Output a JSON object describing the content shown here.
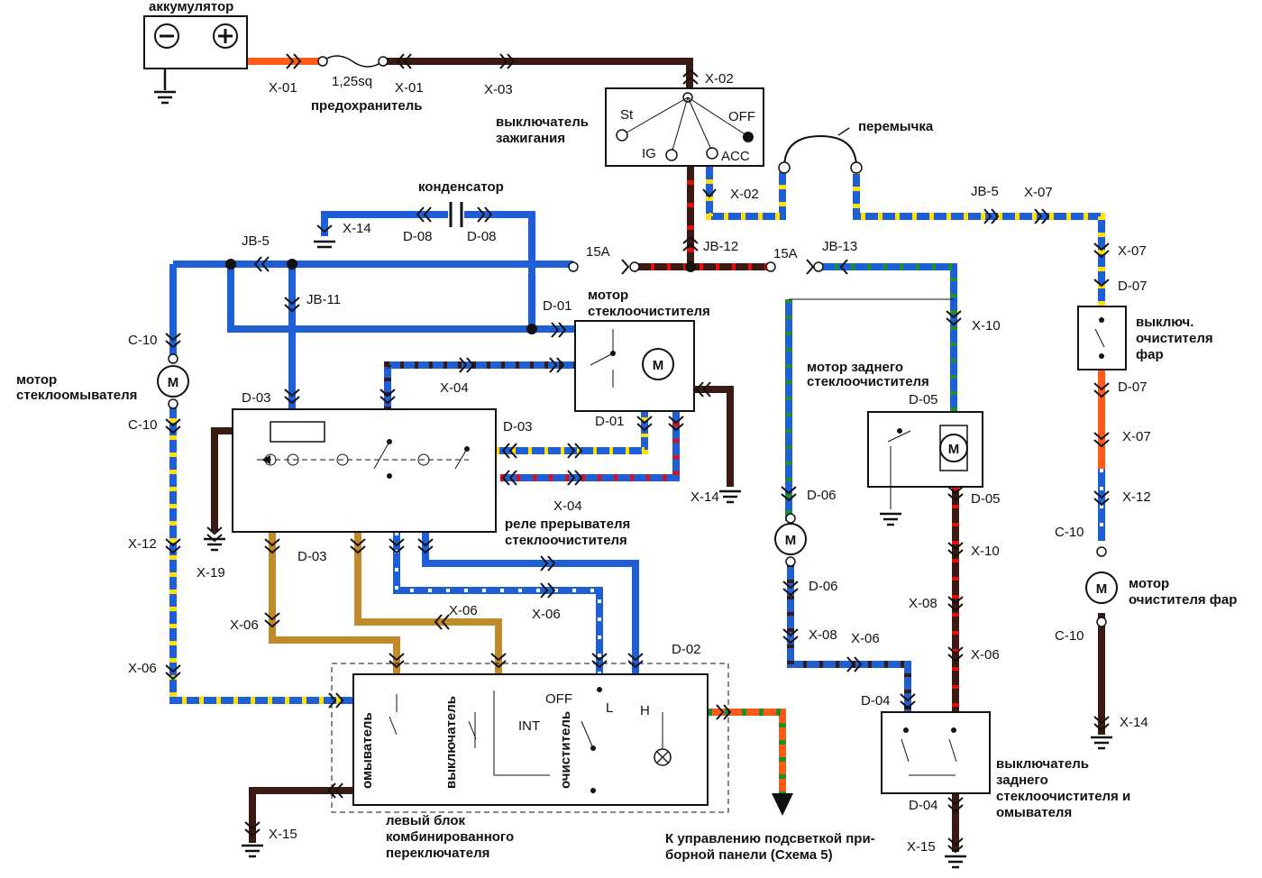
{
  "components": {
    "battery": "аккумулятор",
    "fuse_rating": "1,25sq",
    "fuse": "предохранитель",
    "ignition_switch": [
      "выключатель",
      "зажигания"
    ],
    "ign_pos_st": "St",
    "ign_pos_off": "OFF",
    "ign_pos_ig": "IG",
    "ign_pos_acc": "ACC",
    "jumper": "перемычка",
    "capacitor": "конденсатор",
    "wiper_motor": [
      "мотор",
      "стеклоочистителя"
    ],
    "washer_motor": [
      "мотор",
      "стеклоомывателя"
    ],
    "relay": [
      "реле прерывателя",
      "стеклоочистителя"
    ],
    "rear_wiper_motor": [
      "мотор заднего",
      "стеклоочистителя"
    ],
    "headlamp_switch": [
      "выключ.",
      "очистителя",
      "фар"
    ],
    "headlamp_motor": [
      "мотор",
      "очистителя фар"
    ],
    "combo_switch": [
      "левый блок",
      "комбинированного",
      "переключателя"
    ],
    "combo_washer": "омыватель",
    "combo_switch_sw": "выключатель",
    "combo_wiper": "очиститель",
    "combo_off": "OFF",
    "combo_int": "INT",
    "combo_l": "L",
    "combo_h": "H",
    "rear_switch": [
      "выключатель",
      "заднего",
      "стеклоочистителя и",
      "омывателя"
    ],
    "dash_note": [
      "К управлению подсветкой при-",
      "борной панели (Схема 5)"
    ],
    "motor_symbol": "M",
    "fuse_15a": "15A"
  },
  "connectors": {
    "x01": "X-01",
    "x02": "X-02",
    "x03": "X-03",
    "x04": "X-04",
    "x06": "X-06",
    "x07": "X-07",
    "x08": "X-08",
    "x10": "X-10",
    "x12": "X-12",
    "x14": "X-14",
    "x15": "X-15",
    "x19": "X-19",
    "c10": "C-10",
    "d01": "D-01",
    "d02": "D-02",
    "d03": "D-03",
    "d04": "D-04",
    "d05": "D-05",
    "d06": "D-06",
    "d07": "D-07",
    "d08": "D-08",
    "jb5": "JB-5",
    "jb11": "JB-11",
    "jb12": "JB-12",
    "jb13": "JB-13"
  },
  "colors": {
    "blue": "#1f5fd6",
    "dark": "#3a1a12",
    "orange": "#ff5a1a",
    "tan": "#c08a2a",
    "yellow": "#ffe000",
    "red": "#e01010",
    "green": "#1f8f2a",
    "white": "#ffffff"
  }
}
